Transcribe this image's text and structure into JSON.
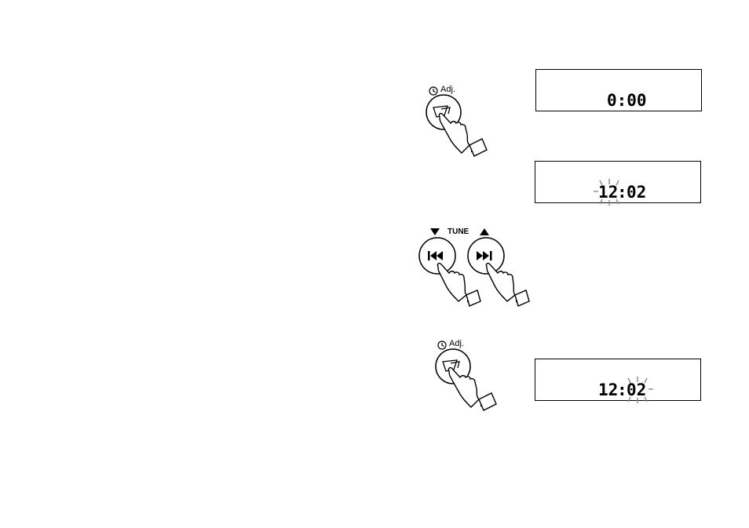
{
  "steps": [
    {
      "adj_label": "Adj.",
      "display": "0:00"
    },
    {
      "display_hours": "12",
      "display_sep": ":",
      "display_minutes": "02"
    },
    {
      "tune_label": "TUNE"
    },
    {
      "adj_label": "Adj.",
      "display_hours": "12",
      "display_sep": ":",
      "display_minutes": "02"
    }
  ],
  "icons": [
    "clock-icon",
    "select-button-icon",
    "skip-back-icon",
    "skip-forward-icon",
    "hand-pointer-icon",
    "flashing-indicator-icon"
  ]
}
